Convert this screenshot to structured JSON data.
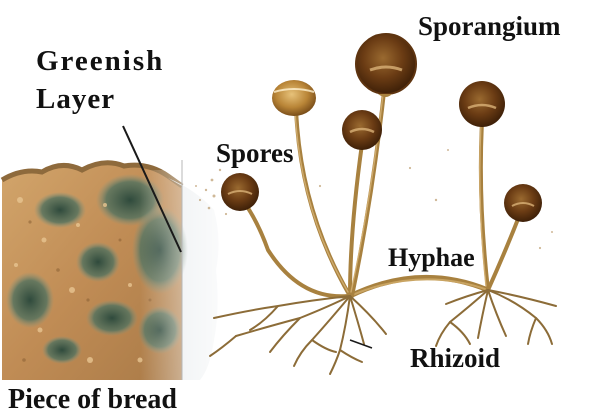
{
  "labels": {
    "greenish_line1": "Greenish",
    "greenish_line2": "Layer",
    "sporangium": "Sporangium",
    "spores": "Spores",
    "hyphae": "Hyphae",
    "rhizoid": "Rhizoid",
    "bread": "Piece of bread"
  },
  "colors": {
    "sporangium_fill": "#5e3410",
    "sporangium_rim": "#d9b278",
    "stalk": "#a8813f",
    "rhizoid": "#8c6c38",
    "bread_crumb": "#c99a62",
    "bread_crust": "#8e6a3c",
    "mold_green": "#3f5a4a",
    "label_text": "#111111",
    "leader_line": "#1a1a1a"
  }
}
